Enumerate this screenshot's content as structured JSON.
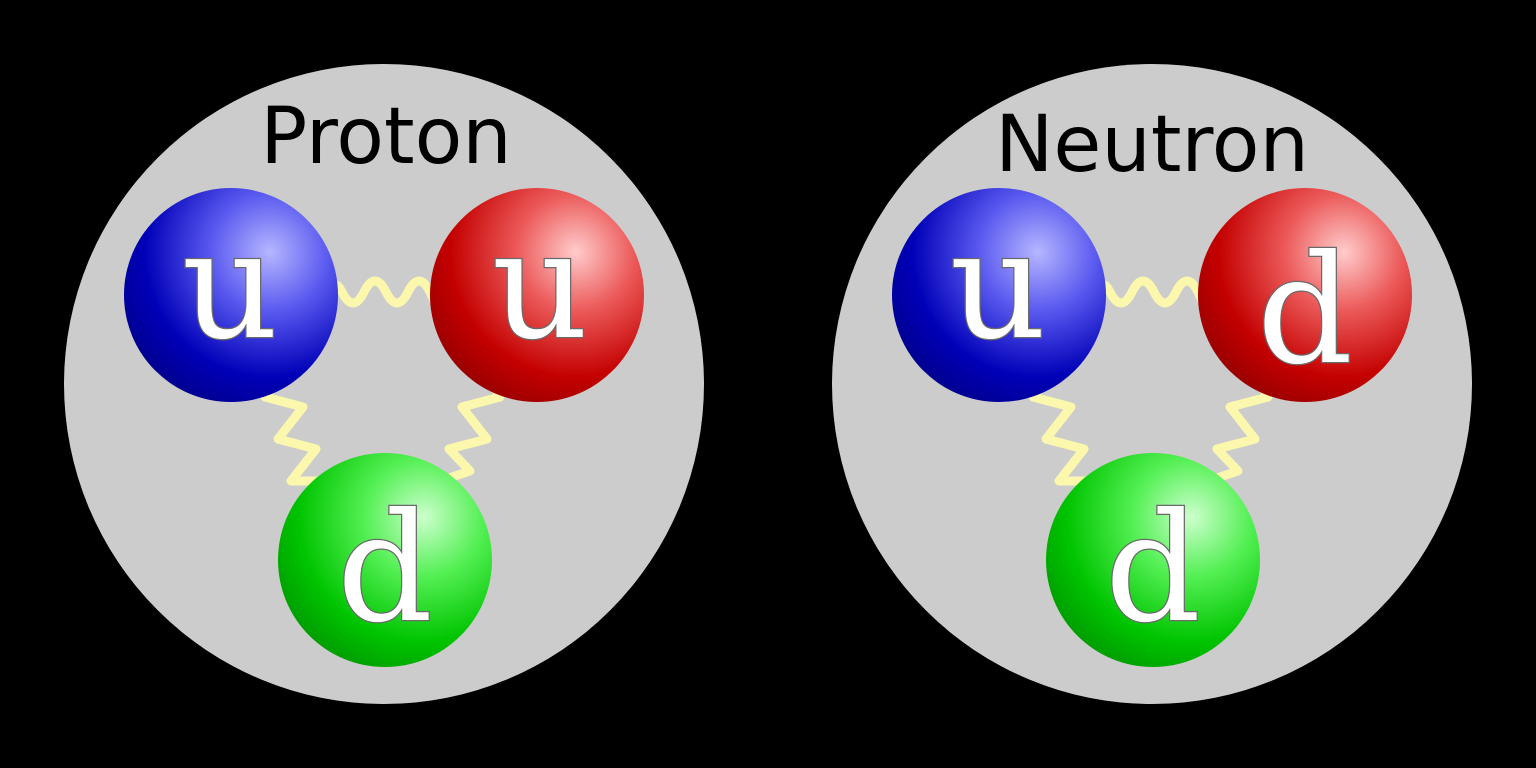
{
  "colors": {
    "background": "#000000",
    "nucleon_fill": "#cccccc",
    "gluon": "#fbf7ad",
    "quark_blue": "#0000b8",
    "quark_red": "#c40000",
    "quark_green": "#00c400"
  },
  "nucleons": [
    {
      "title": "Proton",
      "quarks": [
        {
          "flavor": "u",
          "color": "blue"
        },
        {
          "flavor": "u",
          "color": "red"
        },
        {
          "flavor": "d",
          "color": "green"
        }
      ]
    },
    {
      "title": "Neutron",
      "quarks": [
        {
          "flavor": "u",
          "color": "blue"
        },
        {
          "flavor": "d",
          "color": "red"
        },
        {
          "flavor": "d",
          "color": "green"
        }
      ]
    }
  ]
}
